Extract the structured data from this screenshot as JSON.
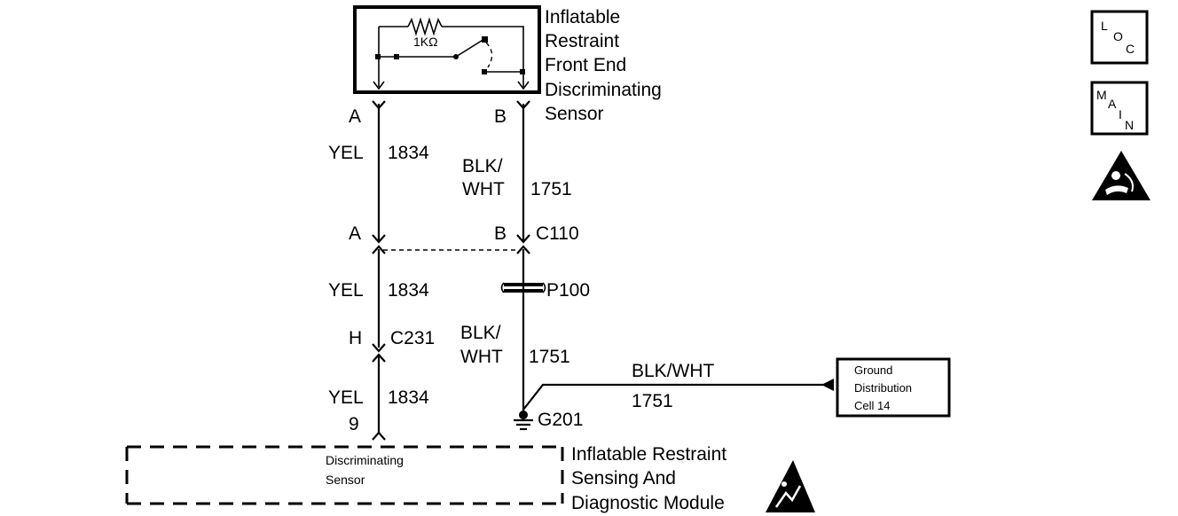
{
  "sensor": {
    "name_lines": [
      "Inflatable",
      "Restraint",
      "Front End",
      "Discriminating",
      "Sensor"
    ],
    "resistor_label": "1KΩ"
  },
  "left_circuit": {
    "pin_top": "A",
    "color_top": "YEL",
    "number_top": "1834",
    "pin_c110": "A",
    "color_mid": "YEL",
    "number_mid": "1834",
    "pin_c231": "H",
    "connector_c231": "C231",
    "color_bottom": "YEL",
    "number_bottom": "1834",
    "pin_module": "9"
  },
  "right_circuit": {
    "pin_top": "B",
    "color_top_line1": "BLK/",
    "color_top_line2": "WHT",
    "number_top": "1751",
    "pin_c110": "B",
    "connector_c110": "C110",
    "splice": "P100",
    "color_bottom_line1": "BLK/",
    "color_bottom_line2": "WHT",
    "number_bottom": "1751",
    "ground": "G201"
  },
  "ground_branch": {
    "color": "BLK/WHT",
    "number": "1751",
    "destination_lines": [
      "Ground",
      "Distribution",
      "Cell 14"
    ]
  },
  "module": {
    "internal_label_lines": [
      "Discriminating",
      "Sensor"
    ],
    "name_lines": [
      "Inflatable Restraint",
      "Sensing And",
      "Diagnostic Module"
    ]
  },
  "sidebar": {
    "loc_icon": {
      "letters": [
        "L",
        "O",
        "C"
      ]
    },
    "main_icon": {
      "letters": [
        "M",
        "A",
        "I",
        "N"
      ]
    },
    "airbag_warning_icon": "airbag-warning-icon"
  },
  "esd_icon": "esd-warning-icon"
}
